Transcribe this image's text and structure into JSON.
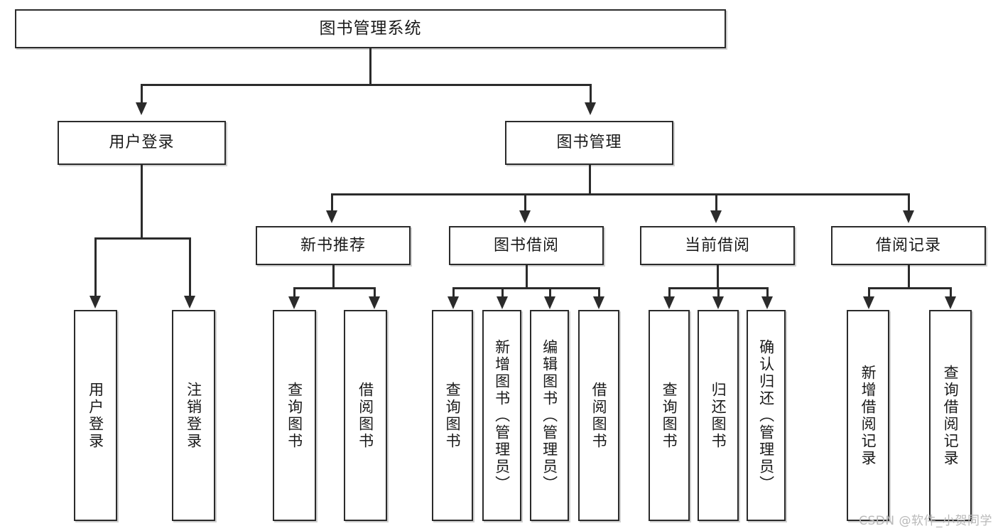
{
  "diagram": {
    "type": "tree-hierarchy",
    "title": "图书管理系统",
    "root": {
      "id": "root",
      "label": "图书管理系统",
      "level": 0
    },
    "level1": [
      {
        "id": "user-login",
        "label": "用户登录",
        "level": 1
      },
      {
        "id": "book-management",
        "label": "图书管理",
        "level": 1
      }
    ],
    "level2": [
      {
        "id": "new-book-recommend",
        "label": "新书推荐",
        "parent": "book-management",
        "level": 2
      },
      {
        "id": "book-borrow",
        "label": "图书借阅",
        "parent": "book-management",
        "level": 2
      },
      {
        "id": "current-borrow",
        "label": "当前借阅",
        "parent": "book-management",
        "level": 2
      },
      {
        "id": "borrow-record",
        "label": "借阅记录",
        "parent": "book-management",
        "level": 2
      }
    ],
    "leaves": {
      "user-login": [
        {
          "id": "leaf-user-login",
          "label": "用户登录"
        },
        {
          "id": "leaf-user-logout",
          "label": "注销登录"
        }
      ],
      "new-book-recommend": [
        {
          "id": "leaf-query-book-1",
          "label": "查询图书"
        },
        {
          "id": "leaf-borrow-book-1",
          "label": "借阅图书"
        }
      ],
      "book-borrow": [
        {
          "id": "leaf-query-book-2",
          "label": "查询图书"
        },
        {
          "id": "leaf-add-book",
          "label": "新增图书（管理员）"
        },
        {
          "id": "leaf-edit-book",
          "label": "编辑图书（管理员）"
        },
        {
          "id": "leaf-borrow-book-2",
          "label": "借阅图书"
        }
      ],
      "current-borrow": [
        {
          "id": "leaf-query-book-3",
          "label": "查询图书"
        },
        {
          "id": "leaf-return-book",
          "label": "归还图书"
        },
        {
          "id": "leaf-confirm-return",
          "label": "确认归还（管理员）"
        }
      ],
      "borrow-record": [
        {
          "id": "leaf-add-record",
          "label": "新增借阅记录"
        },
        {
          "id": "leaf-query-record",
          "label": "查询借阅记录"
        }
      ]
    }
  },
  "watermark": {
    "text": "CSDN @软件_小贺同学"
  },
  "colors": {
    "stroke": "#2b2b2b",
    "fill": "#ffffff",
    "text": "#1a1a1a",
    "watermark": "#b9b9b9"
  }
}
